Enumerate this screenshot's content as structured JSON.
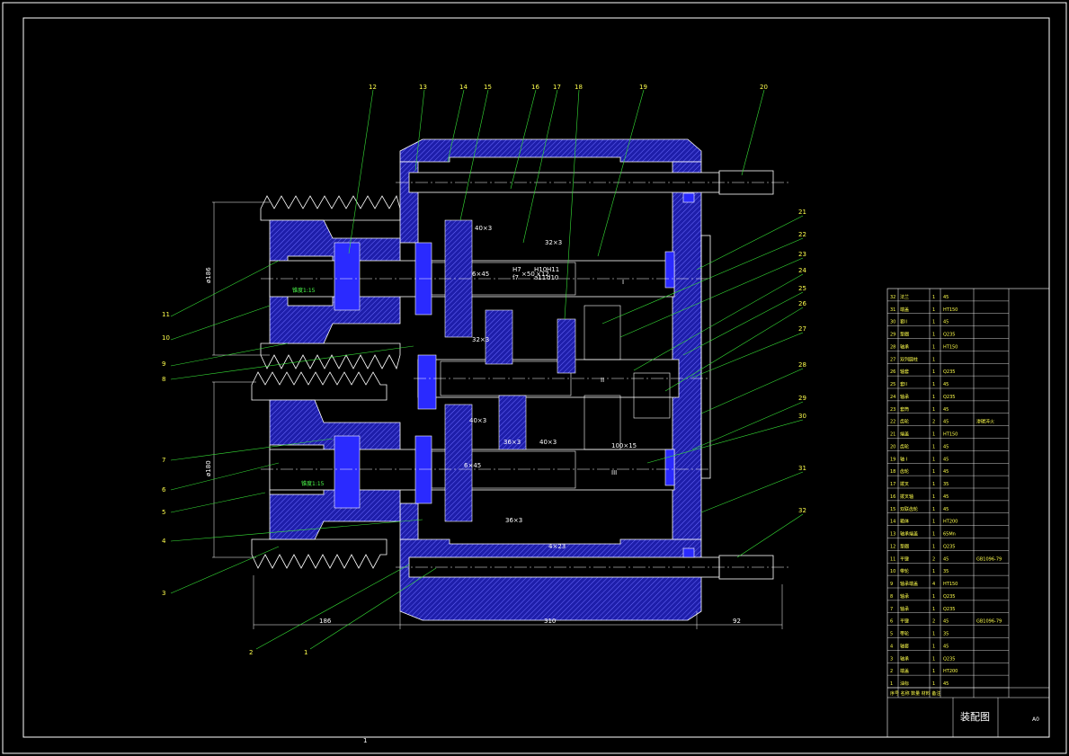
{
  "drawing": {
    "title_block_name": "装配图",
    "sheet_number": "1",
    "scale_label": "A0",
    "colors": {
      "background": "#000000",
      "frame": "#ffffff",
      "outline": "#ffffff",
      "hatch": "#2a2aff",
      "leader": "#36e036",
      "text": "#ffff4d",
      "center": "#ffffff"
    }
  },
  "balloons": [
    "12",
    "13",
    "14",
    "15",
    "16",
    "17",
    "18",
    "19",
    "20",
    "21",
    "22",
    "23",
    "24",
    "25",
    "26",
    "27",
    "28",
    "29",
    "30",
    "31",
    "32",
    "11",
    "10",
    "9",
    "8",
    "7",
    "6",
    "5",
    "4",
    "3",
    "2",
    "1"
  ],
  "dimensions": {
    "d1": "ø186",
    "d2": "ø180",
    "d3": "186",
    "d4": "310",
    "d5": "92",
    "taper1": "锥度1:15",
    "taper2": "锥度1:15",
    "spline1": "6×45",
    "spline2": "6×45",
    "fit1a": "H7",
    "fit1b": "f7",
    "fit1c": "×50",
    "fit2a": "H10",
    "fit2b": "a11",
    "fit2c": "×12",
    "fit3a": "H11",
    "fit3b": "d10",
    "g1": "40×3",
    "g2": "32×3",
    "g3": "32×3",
    "g4": "40×3",
    "g5": "36×3",
    "g6": "40×3",
    "g7": "100×15",
    "g8": "36×3",
    "g9": "4×23",
    "shaft1": "I",
    "shaft2": "II",
    "shaft3": "III"
  },
  "parts_table": {
    "rows": [
      {
        "no": "32",
        "name": "法兰",
        "qty": "1",
        "mat": "45",
        "note": ""
      },
      {
        "no": "31",
        "name": "端盖",
        "qty": "1",
        "mat": "HT150",
        "note": ""
      },
      {
        "no": "30",
        "name": "套II",
        "qty": "1",
        "mat": "45",
        "note": ""
      },
      {
        "no": "29",
        "name": "垫圈",
        "qty": "1",
        "mat": "Q235",
        "note": ""
      },
      {
        "no": "28",
        "name": "轴承",
        "qty": "1",
        "mat": "HT150",
        "note": ""
      },
      {
        "no": "27",
        "name": "双列圆柱",
        "qty": "1",
        "mat": "",
        "note": ""
      },
      {
        "no": "26",
        "name": "轴套",
        "qty": "1",
        "mat": "Q235",
        "note": ""
      },
      {
        "no": "25",
        "name": "套II",
        "qty": "1",
        "mat": "45",
        "note": ""
      },
      {
        "no": "24",
        "name": "轴承",
        "qty": "1",
        "mat": "Q235",
        "note": ""
      },
      {
        "no": "23",
        "name": "套筒",
        "qty": "1",
        "mat": "45",
        "note": ""
      },
      {
        "no": "22",
        "name": "齿轮",
        "qty": "2",
        "mat": "45",
        "note": "渗碳淬火"
      },
      {
        "no": "21",
        "name": "端盖",
        "qty": "1",
        "mat": "HT150",
        "note": ""
      },
      {
        "no": "20",
        "name": "齿轮",
        "qty": "1",
        "mat": "45",
        "note": ""
      },
      {
        "no": "19",
        "name": "轴 I",
        "qty": "1",
        "mat": "45",
        "note": ""
      },
      {
        "no": "18",
        "name": "齿轮",
        "qty": "1",
        "mat": "45",
        "note": ""
      },
      {
        "no": "17",
        "name": "拨叉",
        "qty": "1",
        "mat": "35",
        "note": ""
      },
      {
        "no": "16",
        "name": "拨叉轴",
        "qty": "1",
        "mat": "45",
        "note": ""
      },
      {
        "no": "15",
        "name": "双联齿轮",
        "qty": "1",
        "mat": "45",
        "note": ""
      },
      {
        "no": "14",
        "name": "箱体",
        "qty": "1",
        "mat": "HT200",
        "note": ""
      },
      {
        "no": "13",
        "name": "轴承端盖",
        "qty": "1",
        "mat": "65Mn",
        "note": ""
      },
      {
        "no": "12",
        "name": "垫圈",
        "qty": "1",
        "mat": "Q235",
        "note": ""
      },
      {
        "no": "11",
        "name": "平键",
        "qty": "2",
        "mat": "45",
        "note": "GB1096-79"
      },
      {
        "no": "10",
        "name": "带轮",
        "qty": "1",
        "mat": "35",
        "note": ""
      },
      {
        "no": "9",
        "name": "轴承端盖",
        "qty": "4",
        "mat": "HT150",
        "note": ""
      },
      {
        "no": "8",
        "name": "轴承",
        "qty": "1",
        "mat": "Q235",
        "note": ""
      },
      {
        "no": "7",
        "name": "轴承",
        "qty": "1",
        "mat": "Q235",
        "note": ""
      },
      {
        "no": "6",
        "name": "平键",
        "qty": "2",
        "mat": "45",
        "note": "GB1096-79"
      },
      {
        "no": "5",
        "name": "带轮",
        "qty": "1",
        "mat": "35",
        "note": ""
      },
      {
        "no": "4",
        "name": "轴套",
        "qty": "1",
        "mat": "45",
        "note": ""
      },
      {
        "no": "3",
        "name": "轴承",
        "qty": "1",
        "mat": "Q235",
        "note": ""
      },
      {
        "no": "2",
        "name": "端盖",
        "qty": "1",
        "mat": "HT200",
        "note": ""
      },
      {
        "no": "1",
        "name": "油标",
        "qty": "1",
        "mat": "45",
        "note": ""
      }
    ],
    "header": [
      "序号",
      "名称",
      "数量",
      "材料",
      "备注"
    ]
  }
}
